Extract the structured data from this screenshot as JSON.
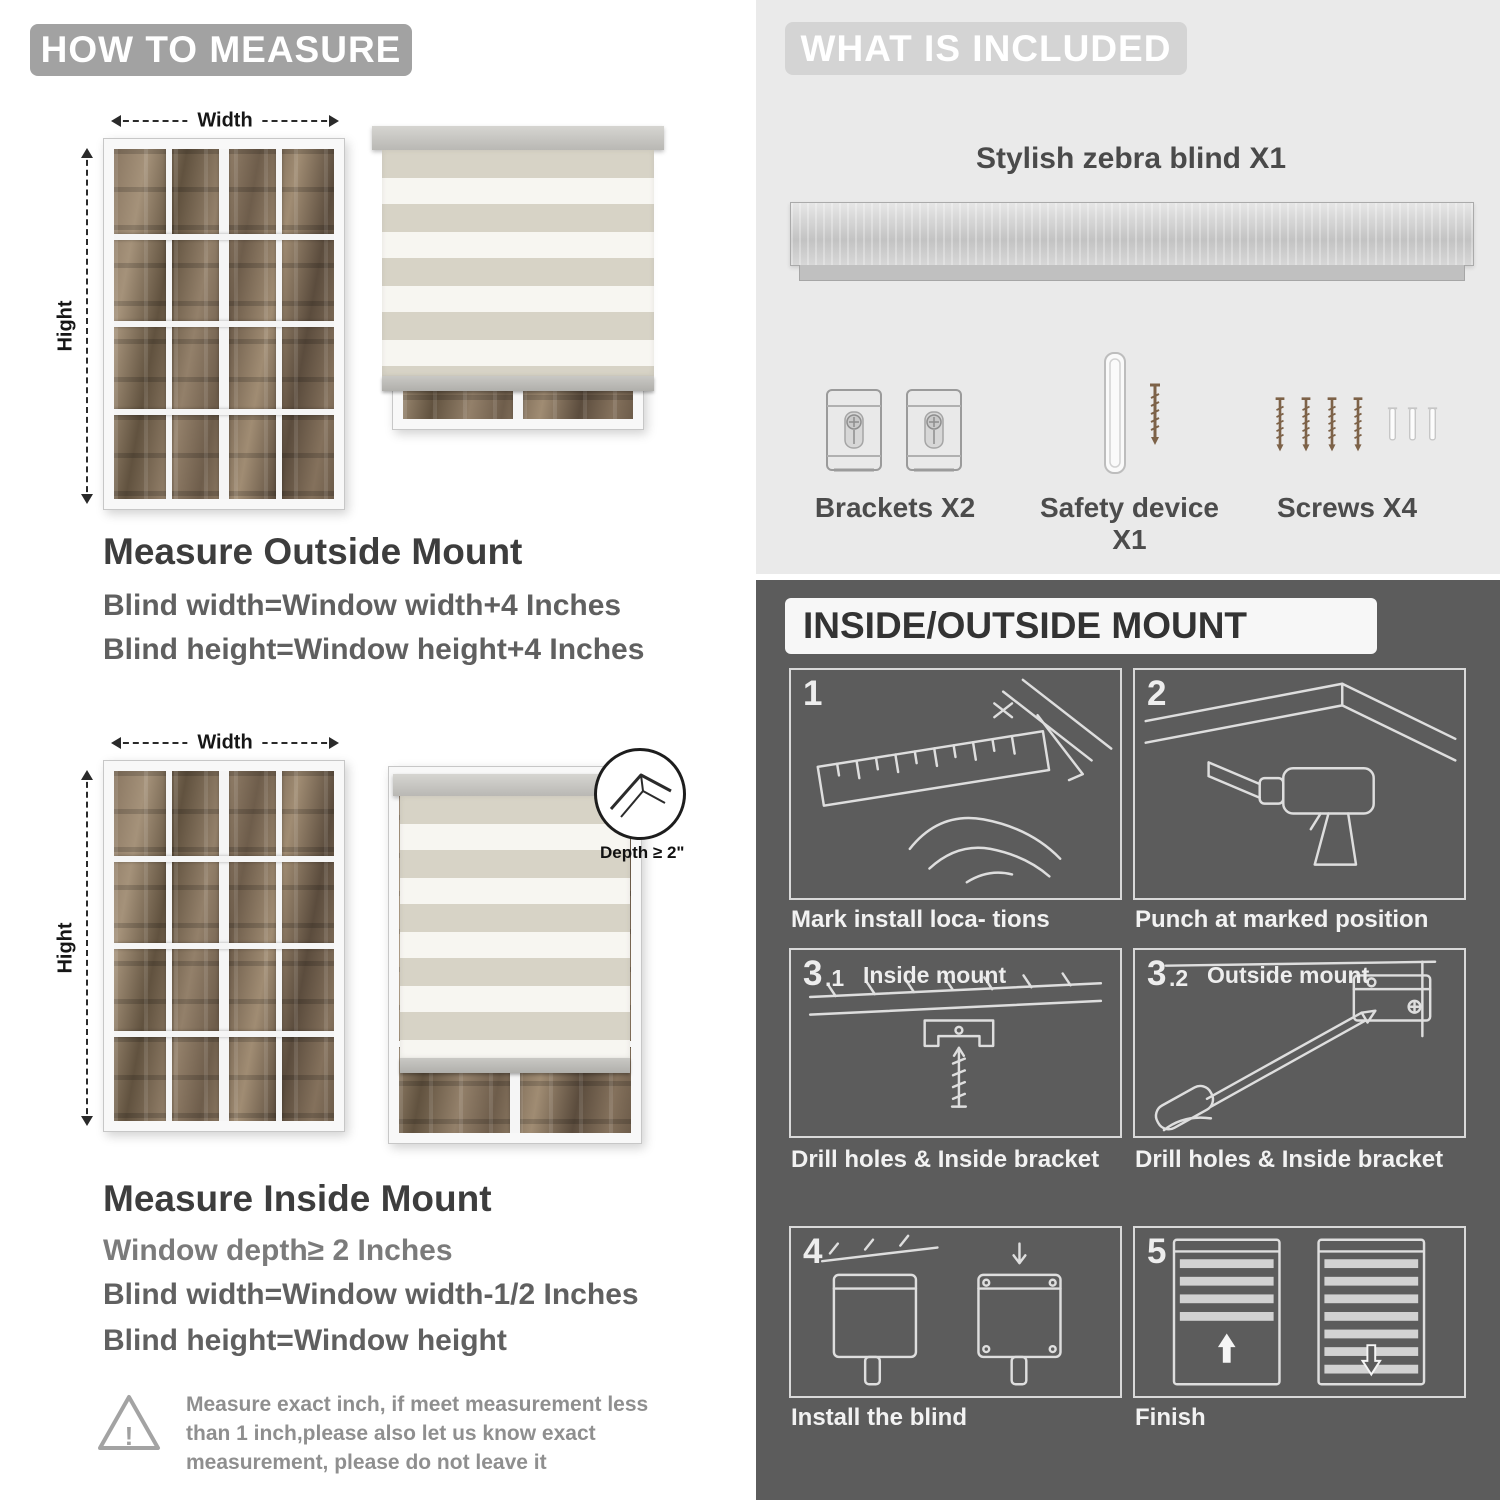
{
  "colors": {
    "header_pill": "#a2a2a2",
    "included_bar": "#d4d4d4",
    "panel_light": "#eaeaea",
    "panel_dark": "#5c5c5c",
    "stripe_opaque": "#d7d3c6",
    "stripe_sheer": "#f7f6f1"
  },
  "left": {
    "header": "HOW TO MEASURE",
    "outside": {
      "width_label": "Width",
      "height_label": "Hight",
      "title": "Measure Outside Mount",
      "lines": [
        "Blind width=Window width+4 Inches",
        "Blind height=Window height+4 Inches"
      ]
    },
    "inside": {
      "width_label": "Width",
      "height_label": "Hight",
      "depth_label": "Depth ≥ 2\"",
      "title": "Measure Inside Mount",
      "lines": [
        "Window depth≥ 2 Inches",
        "Blind width=Window width-1/2 Inches",
        "Blind height=Window height"
      ]
    },
    "warning": {
      "mark": "!",
      "text": "Measure exact inch, if meet measurement less than 1 inch,please also let us know exact measurement, please do not leave it"
    }
  },
  "right": {
    "included": {
      "header": "WHAT IS INCLUDED",
      "product_label": "Stylish zebra blind X1",
      "items": [
        {
          "label": "Brackets X2"
        },
        {
          "label": "Safety device X1"
        },
        {
          "label": "Screws X4"
        }
      ]
    },
    "mount": {
      "header": "INSIDE/OUTSIDE MOUNT",
      "steps": [
        {
          "num": "1",
          "numsub": "",
          "sub": "",
          "caption": "Mark install loca- tions"
        },
        {
          "num": "2",
          "numsub": "",
          "sub": "",
          "caption": "Punch at marked position"
        },
        {
          "num": "3",
          "numsub": ".1",
          "sub": "Inside mount",
          "caption": "Drill holes & Inside bracket"
        },
        {
          "num": "3",
          "numsub": ".2",
          "sub": "Outside mount",
          "caption": "Drill holes & Inside bracket"
        },
        {
          "num": "4",
          "numsub": "",
          "sub": "",
          "caption": "Install the blind"
        },
        {
          "num": "5",
          "numsub": "",
          "sub": "",
          "caption": "Finish"
        }
      ]
    }
  }
}
